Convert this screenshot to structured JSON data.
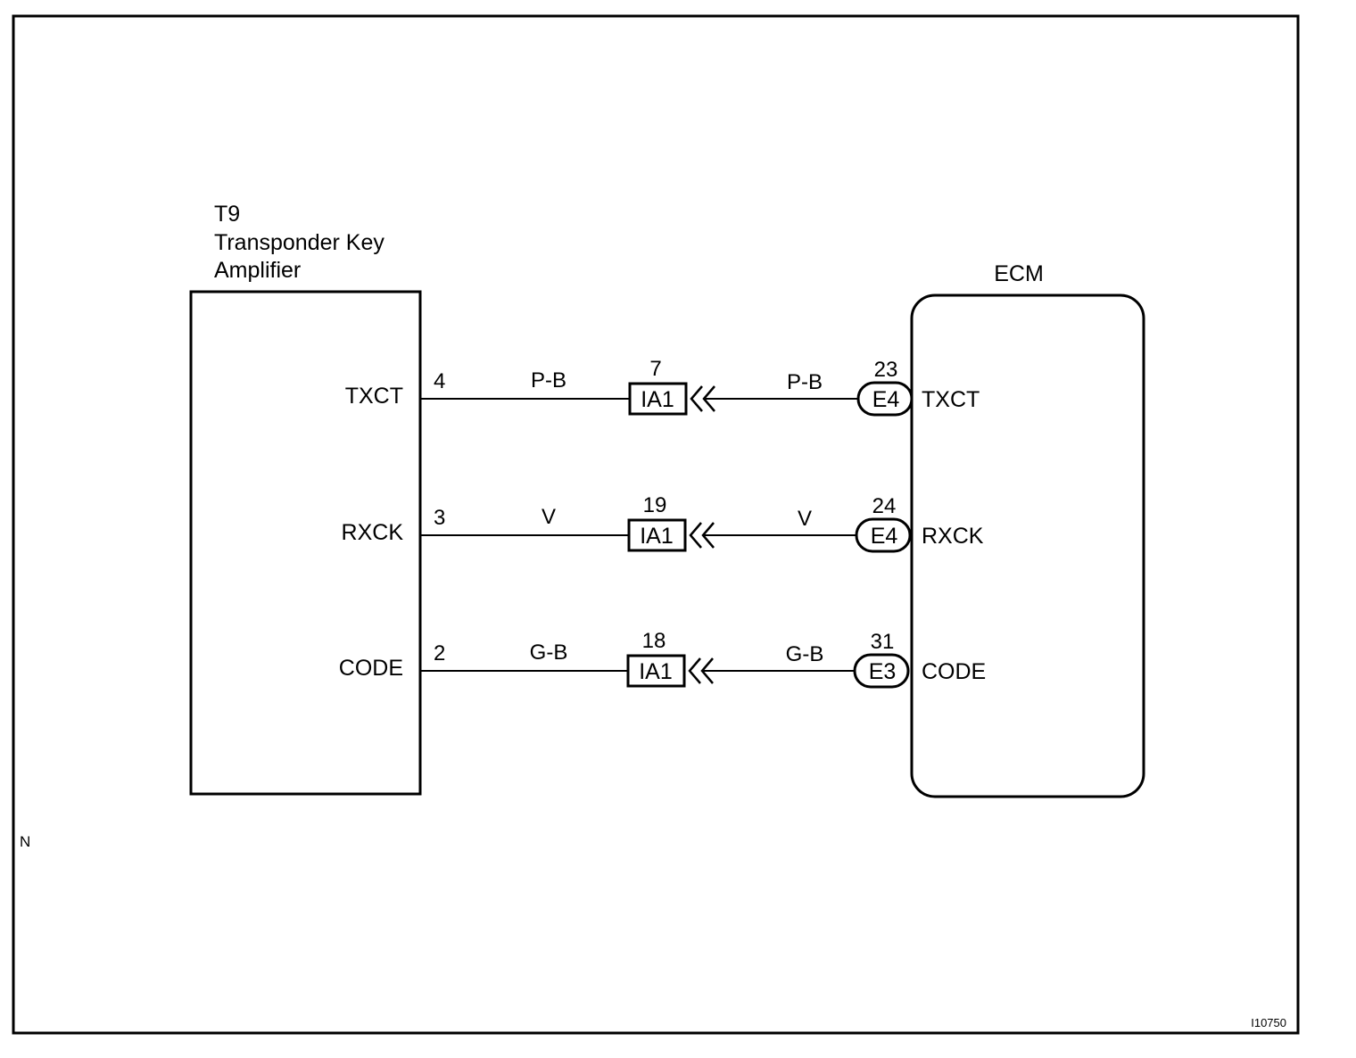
{
  "left_component": {
    "id": "T9",
    "name_line1": "Transponder Key",
    "name_line2": "Amplifier"
  },
  "right_component": {
    "name": "ECM"
  },
  "circuits": [
    {
      "left_pin": "4",
      "left_signal": "TXCT",
      "left_wire": "P-B",
      "junction_pin": "7",
      "junction": "IA1",
      "right_wire": "P-B",
      "right_pin": "23",
      "right_connector": "E4",
      "right_signal": "TXCT"
    },
    {
      "left_pin": "3",
      "left_signal": "RXCK",
      "left_wire": "V",
      "junction_pin": "19",
      "junction": "IA1",
      "right_wire": "V",
      "right_pin": "24",
      "right_connector": "E4",
      "right_signal": "RXCK"
    },
    {
      "left_pin": "2",
      "left_signal": "CODE",
      "left_wire": "G-B",
      "junction_pin": "18",
      "junction": "IA1",
      "right_wire": "G-B",
      "right_pin": "31",
      "right_connector": "E3",
      "right_signal": "CODE"
    }
  ],
  "corner_mark": "N",
  "figure_id": "I10750"
}
